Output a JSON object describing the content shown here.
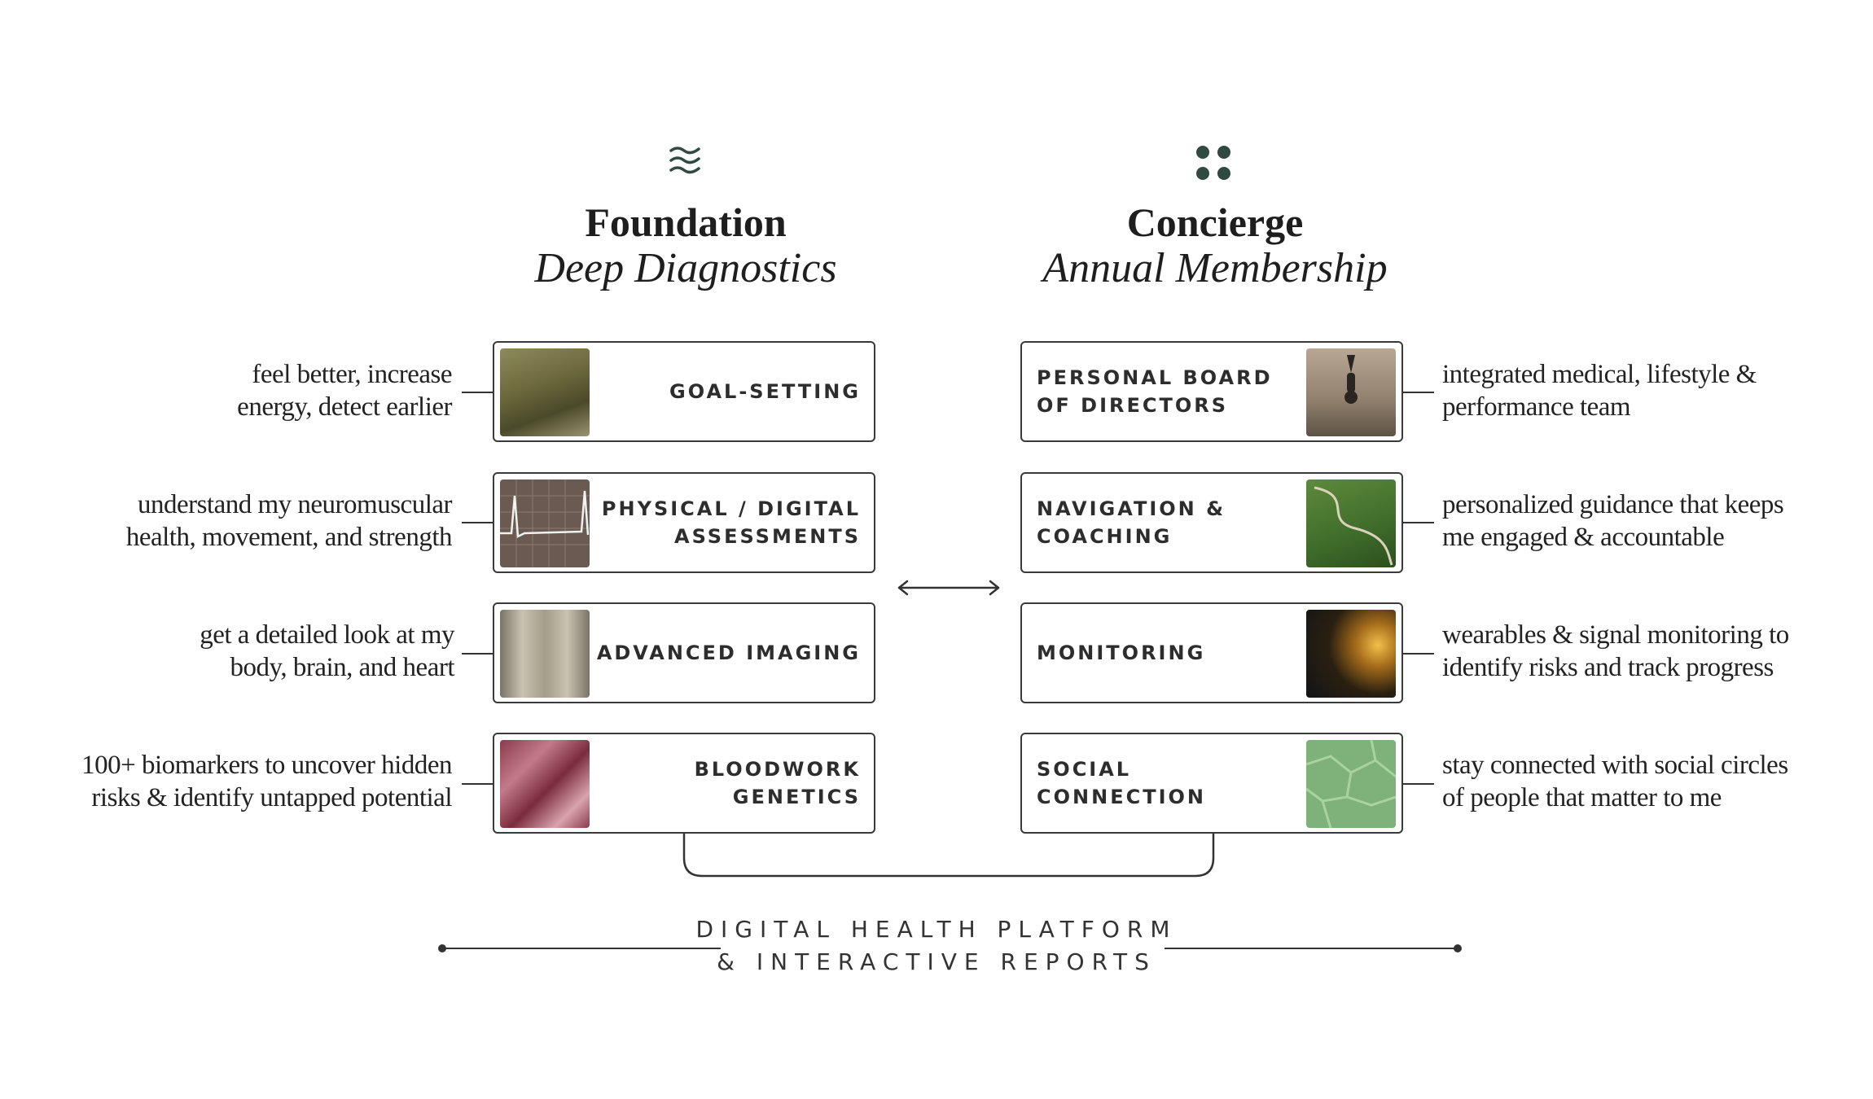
{
  "columns": {
    "left": {
      "title": "Foundation",
      "subtitle": "Deep Diagnostics",
      "icon": "wave-lines-icon"
    },
    "right": {
      "title": "Concierge",
      "subtitle": "Annual Membership",
      "icon": "four-dots-icon"
    }
  },
  "left_cards": [
    {
      "label": "GOAL-SETTING",
      "desc": "feel better, increase\nenergy, detect earlier"
    },
    {
      "label": "PHYSICAL / DIGITAL\nASSESSMENTS",
      "desc": "understand my neuromuscular\nhealth, movement, and strength"
    },
    {
      "label": "ADVANCED IMAGING",
      "desc": "get a detailed look at my\nbody, brain, and heart"
    },
    {
      "label": "BLOODWORK\nGENETICS",
      "desc": "100+ biomarkers to uncover hidden\nrisks & identify untapped potential"
    }
  ],
  "right_cards": [
    {
      "label": "PERSONAL BOARD\nOF DIRECTORS",
      "desc": "integrated medical, lifestyle &\nperformance team"
    },
    {
      "label": "NAVIGATION &\nCOACHING",
      "desc": "personalized guidance that keeps\nme engaged & accountable"
    },
    {
      "label": "MONITORING",
      "desc": "wearables & signal monitoring to\nidentify risks and track progress"
    },
    {
      "label": "SOCIAL\nCONNECTION",
      "desc": "stay connected with social circles\nof people that matter to me"
    }
  ],
  "footer": {
    "line1": "DIGITAL HEALTH PLATFORM",
    "line2": "& INTERACTIVE REPORTS"
  },
  "colors": {
    "icon": "#2f4a40",
    "border": "#3a3a3a",
    "text": "#222222"
  }
}
